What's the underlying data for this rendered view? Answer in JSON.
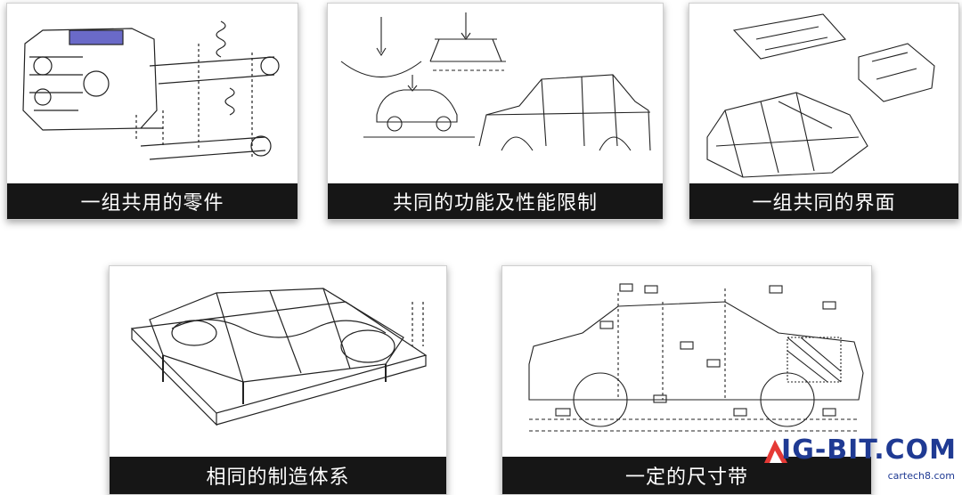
{
  "panels": [
    {
      "id": "shared-parts",
      "caption": "一组共用的零件",
      "image": "engine-suspension-exploded-drawing"
    },
    {
      "id": "shared-function",
      "caption": "共同的功能及性能限制",
      "image": "load-and-body-shell-drawing"
    },
    {
      "id": "shared-interface",
      "caption": "一组共同的界面",
      "image": "floor-pan-assemblies-drawing"
    },
    {
      "id": "shared-manufacturing",
      "caption": "相同的制造体系",
      "image": "underbody-on-fixture-drawing"
    },
    {
      "id": "fixed-dimensions",
      "caption": "一定的尺寸带",
      "image": "sedan-dimension-chart-drawing"
    }
  ],
  "watermark": {
    "brand": "IG-BIT.COM",
    "subtitle": "cartech8.com",
    "colors": {
      "brand": "#1f3a93",
      "accent": "#e53935"
    }
  }
}
